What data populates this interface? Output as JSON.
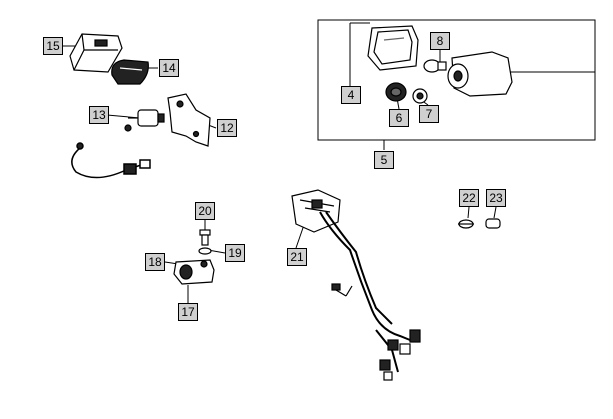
{
  "callouts": [
    "15",
    "14",
    "13",
    "12",
    "20",
    "19",
    "18",
    "17",
    "21",
    "4",
    "8",
    "6",
    "7",
    "5",
    "22",
    "23"
  ],
  "colors": {
    "callout_fill": "#d0d0d0",
    "line": "#000000",
    "part_fill": "#ffffff",
    "part_dark": "#222222",
    "background": "#ffffff"
  }
}
